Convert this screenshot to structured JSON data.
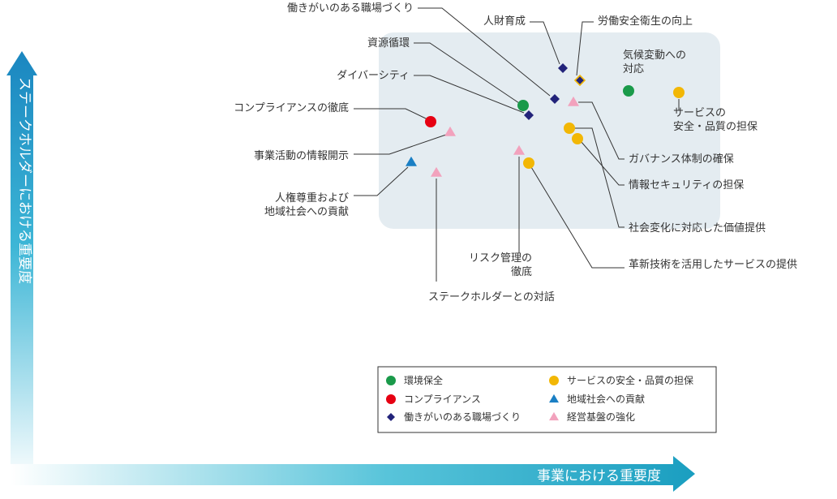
{
  "chart_data": {
    "type": "scatter",
    "xlabel": "事業における重要度",
    "ylabel": "ステークホルダーにおける重要度",
    "legend": {
      "placement": "bottom-right",
      "entries": [
        {
          "name": "環境保全",
          "color": "#1a9a4a",
          "marker": "circle"
        },
        {
          "name": "サービスの安全・品質の担保",
          "color": "#f2b705",
          "marker": "circle"
        },
        {
          "name": "コンプライアンス",
          "color": "#e60012",
          "marker": "circle"
        },
        {
          "name": "地域社会への貢献",
          "color": "#1a7fc4",
          "marker": "triangle"
        },
        {
          "name": "働きがいのある職場づくり",
          "color": "#22237a",
          "marker": "diamond"
        },
        {
          "name": "経営基盤の強化",
          "color": "#f2a2bd",
          "marker": "triangle"
        }
      ]
    },
    "points": [
      {
        "label": "気候変動への\n対応",
        "category": "環境保全"
      },
      {
        "label": "資源循環",
        "category": "環境保全"
      },
      {
        "label": "サービスの\n安全・品質の担保",
        "category": "サービスの安全・品質の担保"
      },
      {
        "label": "情報セキュリティの担保",
        "category": "サービスの安全・品質の担保"
      },
      {
        "label": "社会変化に対応した価値提供",
        "category": "サービスの安全・品質の担保"
      },
      {
        "label": "革新技術を活用したサービスの提供",
        "category": "サービスの安全・品質の担保"
      },
      {
        "label": "コンプライアンスの徹底",
        "category": "コンプライアンス"
      },
      {
        "label": "人権尊重および\n地域社会への貢献",
        "category": "地域社会への貢献"
      },
      {
        "label": "働きがいのある職場づくり",
        "category": "働きがいのある職場づくり"
      },
      {
        "label": "人財育成",
        "category": "働きがいのある職場づくり"
      },
      {
        "label": "労働安全衛生の向上",
        "category": "働きがいのある職場づくり"
      },
      {
        "label": "ダイバーシティ",
        "category": "働きがいのある職場づくり"
      },
      {
        "label": "ガバナンス体制の確保",
        "category": "経営基盤の強化"
      },
      {
        "label": "事業活動の情報開示",
        "category": "経営基盤の強化"
      },
      {
        "label": "ステークホルダーとの対話",
        "category": "経営基盤の強化"
      },
      {
        "label": "リスク管理の\n徹底",
        "category": "経営基盤の強化"
      }
    ]
  }
}
